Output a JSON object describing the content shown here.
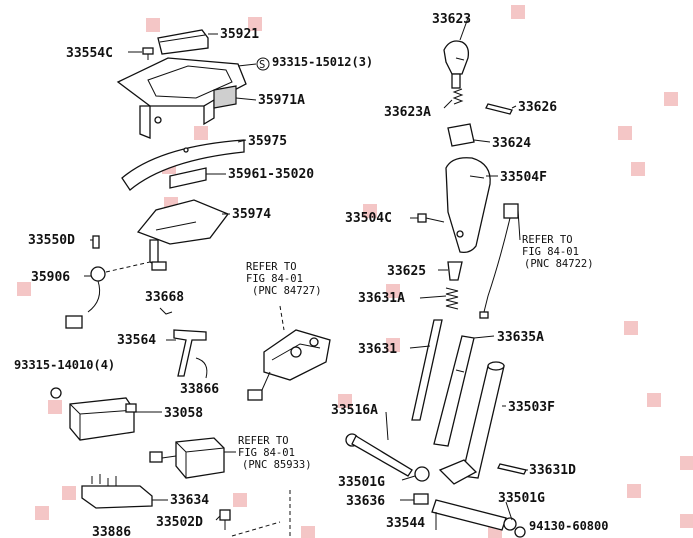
{
  "labels": {
    "p33554c": "33554C",
    "p35921": "35921",
    "p93315_15012": "93315-15012(3)",
    "p35971a": "35971A",
    "p35975": "35975",
    "p35961": "35961-35020",
    "p35974": "35974",
    "p33550d": "33550D",
    "p35906": "35906",
    "p33668": "33668",
    "p33564": "33564",
    "p93315_14010": "93315-14010(4)",
    "p33866": "33866",
    "p33058": "33058",
    "p33634": "33634",
    "p33886": "33886",
    "p33502d": "33502D",
    "p33623": "33623",
    "p33623a": "33623A",
    "p33626": "33626",
    "p33624": "33624",
    "p33504f": "33504F",
    "p33504c": "33504C",
    "p33625": "33625",
    "p33631a": "33631A",
    "p33631": "33631",
    "p33635a": "33635A",
    "p33516a": "33516A",
    "p33503f": "33503F",
    "p33631d": "33631D",
    "p33501g_a": "33501G",
    "p33636": "33636",
    "p33501g_b": "33501G",
    "p33544": "33544",
    "p94130": "94130-60800"
  },
  "s_marker": "S",
  "refs": [
    {
      "refer": "REFER TO",
      "fig": "FIG 84-01",
      "pnc": "(PNC 84727)"
    },
    {
      "refer": "REFER TO",
      "fig": "FIG 84-01",
      "pnc": "(PNC 85933)"
    },
    {
      "refer": "REFER TO",
      "fig": "FIG 84-01",
      "pnc": "(PNC 84722)"
    }
  ]
}
